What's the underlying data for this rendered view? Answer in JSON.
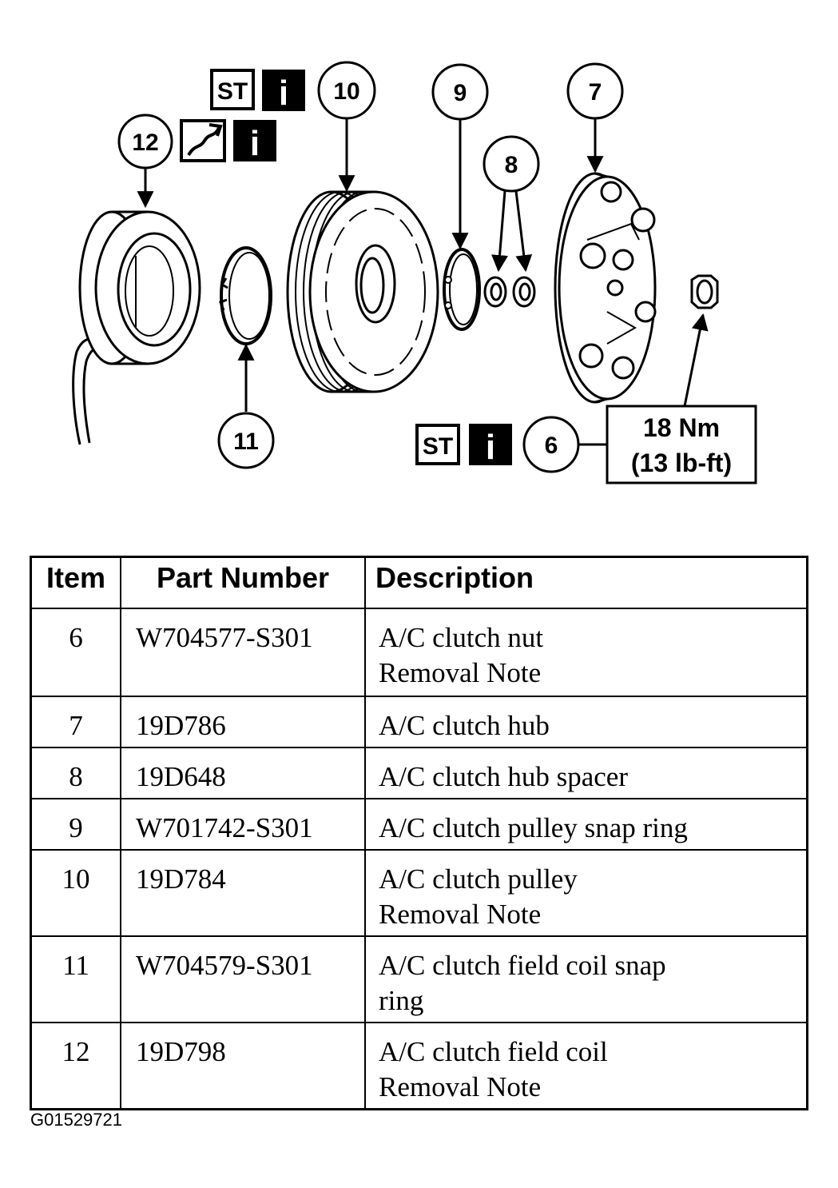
{
  "callouts": {
    "c6": "6",
    "c7": "7",
    "c8": "8",
    "c9": "9",
    "c10": "10",
    "c11": "11",
    "c12": "12"
  },
  "icons": {
    "special_tool": "ST",
    "info": "i",
    "lubricate": "lubricate-icon"
  },
  "torque": {
    "nm": "18 Nm",
    "lbft": "(13 lb-ft)"
  },
  "table": {
    "headers": {
      "item": "Item",
      "part": "Part Number",
      "desc": "Description"
    },
    "rows": [
      {
        "item": "6",
        "part": "W704577-S301",
        "desc1": "A/C clutch nut",
        "desc2": "Removal Note"
      },
      {
        "item": "7",
        "part": "19D786",
        "desc1": "A/C clutch hub",
        "desc2": ""
      },
      {
        "item": "8",
        "part": "19D648",
        "desc1": "A/C clutch hub spacer",
        "desc2": ""
      },
      {
        "item": "9",
        "part": "W701742-S301",
        "desc1": "A/C clutch pulley snap ring",
        "desc2": ""
      },
      {
        "item": "10",
        "part": "19D784",
        "desc1": "A/C clutch pulley",
        "desc2": "Removal Note"
      },
      {
        "item": "11",
        "part": "W704579-S301",
        "desc1": "A/C clutch field coil snap",
        "desc2": "ring"
      },
      {
        "item": "12",
        "part": "19D798",
        "desc1": "A/C clutch field coil",
        "desc2": "Removal Note"
      }
    ]
  },
  "figure_id": "G01529721"
}
